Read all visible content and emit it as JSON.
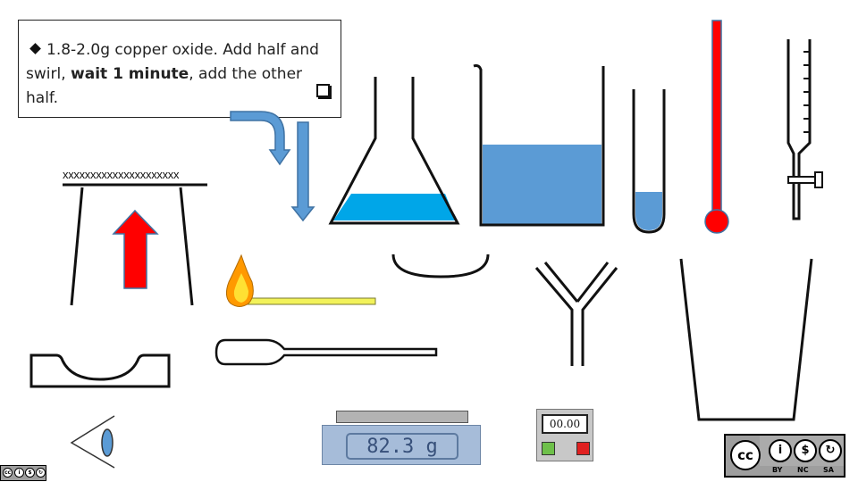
{
  "instruction": {
    "line1": "1.8-2.0g copper oxide. Add half and",
    "line2_start": "swirl, ",
    "line2_bold": "wait 1 minute",
    "line2_end": ", add the other half."
  },
  "gauze_label": "xxxxxxxxxxxxxxxxxxxxx",
  "balance": {
    "reading": "82.3  g"
  },
  "timer": {
    "display": "00.00",
    "start_color": "#6ec04a",
    "stop_color": "#e02020"
  },
  "license": {
    "cc": "cc",
    "by": "BY",
    "nc": "NC",
    "sa": "SA"
  },
  "colors": {
    "liquid_blue": "#00a6e8",
    "beaker_liquid": "#5b9bd5",
    "arrow_blue": "#5b9bd5",
    "heat_arrow": "#ff0000",
    "thermometer": "#ff0000",
    "match_stick": "#f2f25a",
    "flame_outer": "#ff9900",
    "flame_inner": "#ffe033"
  }
}
